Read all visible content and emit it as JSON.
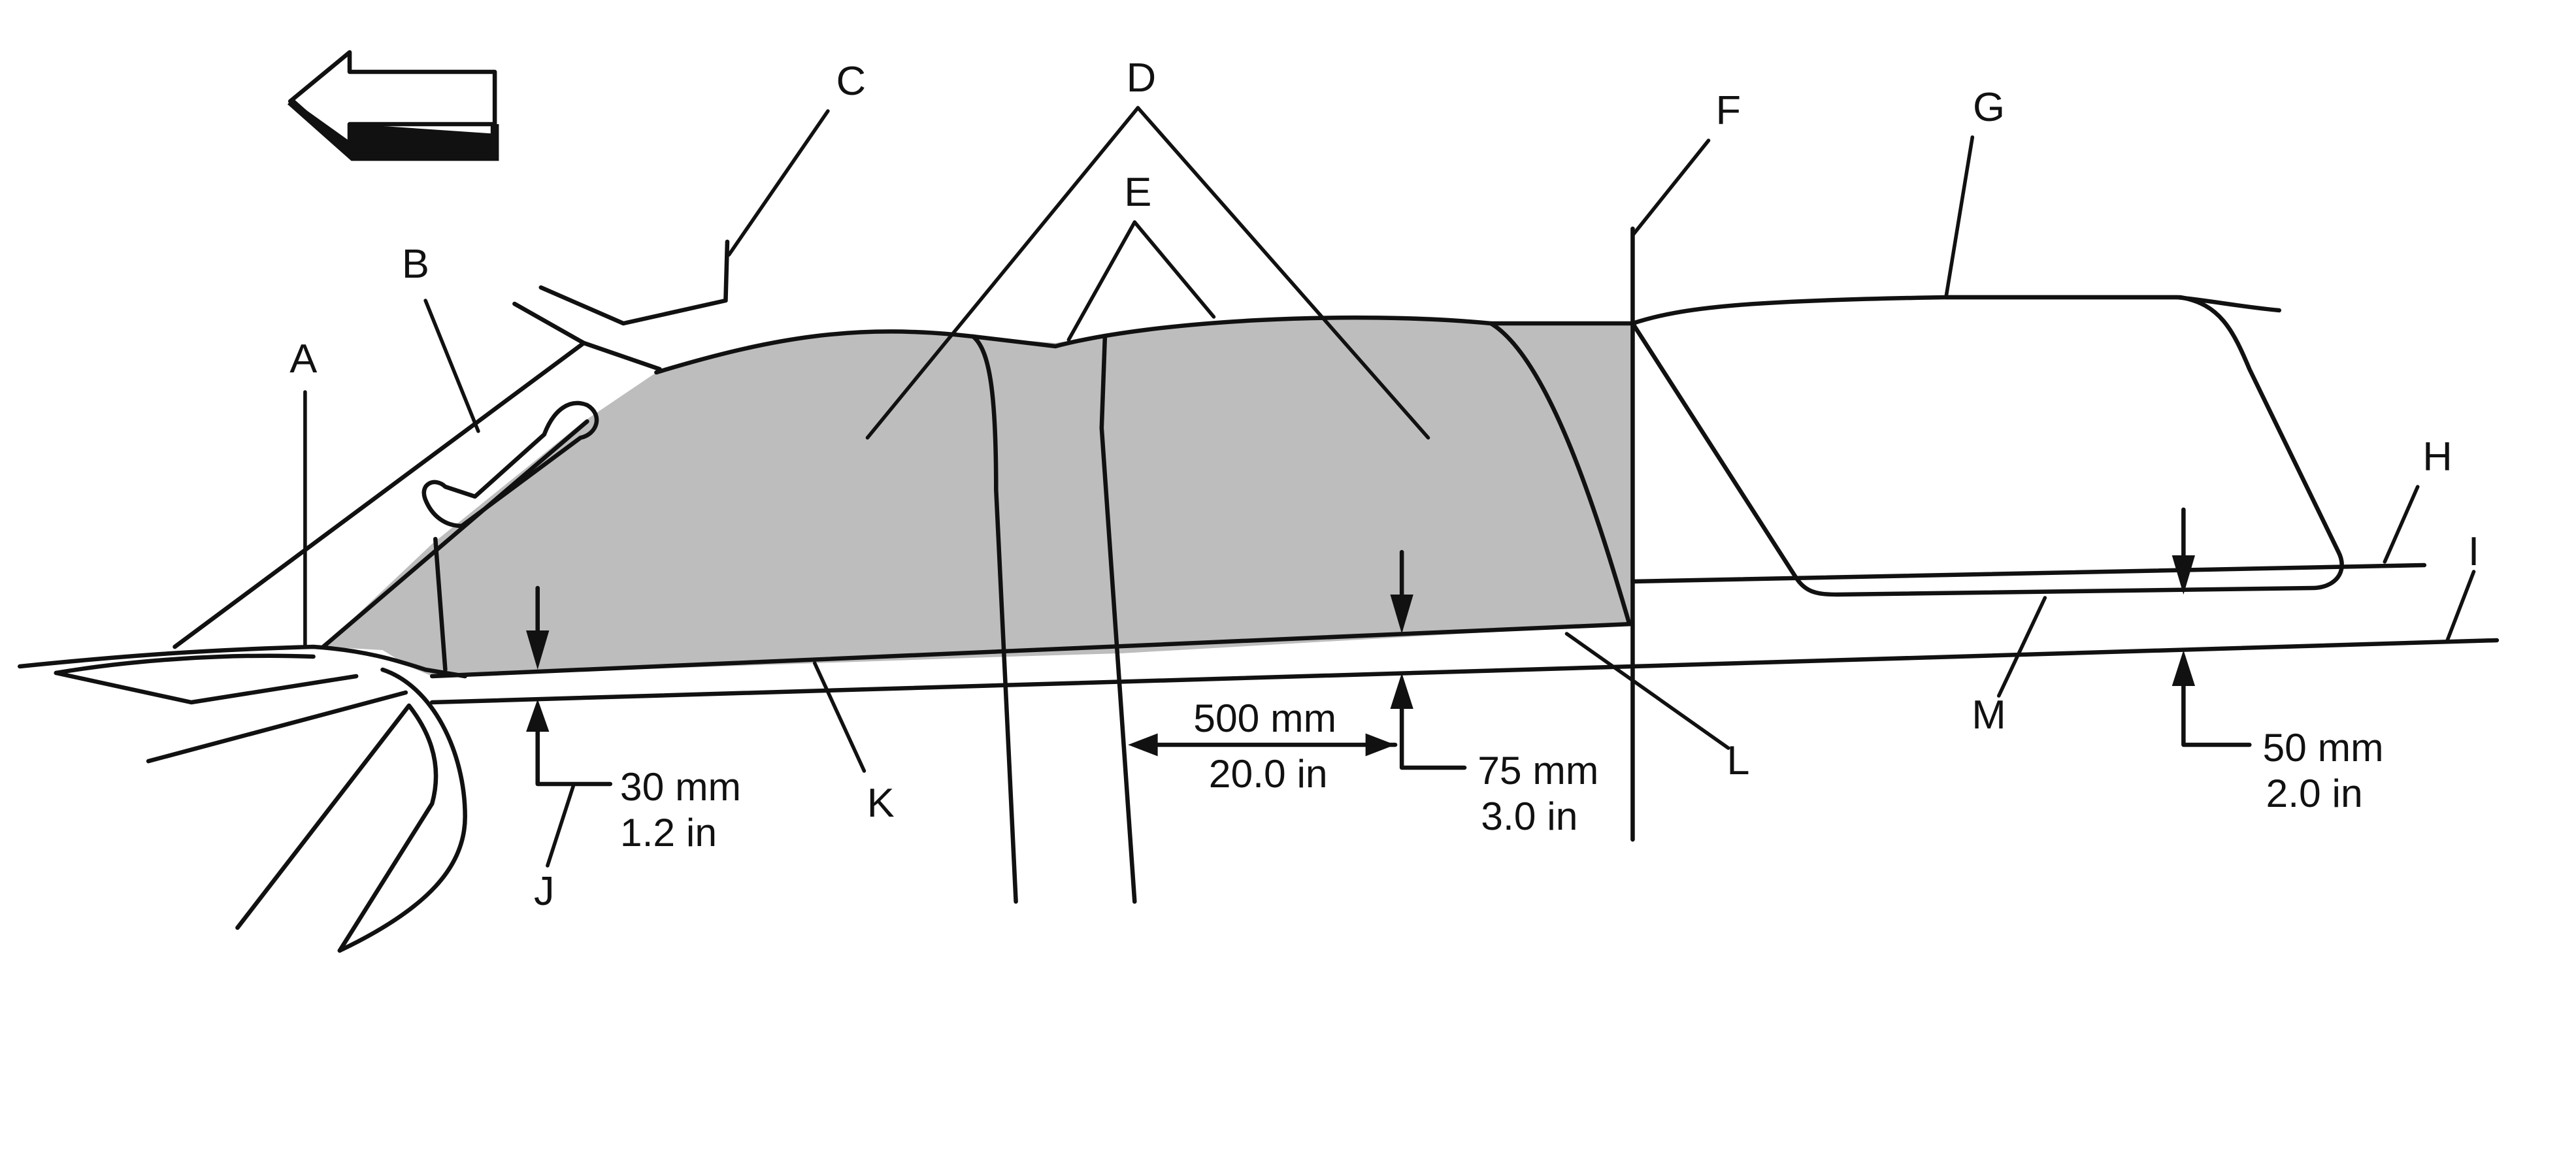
{
  "callouts": [
    "A",
    "B",
    "C",
    "D",
    "E",
    "F",
    "G",
    "H",
    "I",
    "J",
    "K",
    "L",
    "M"
  ],
  "dimensions": {
    "j_metric": "30 mm",
    "j_imperial": "1.2 in",
    "span_metric": "500 mm",
    "span_imperial": "20.0 in",
    "mid_metric": "75 mm",
    "mid_imperial": "3.0 in",
    "rear_metric": "50 mm",
    "rear_imperial": "2.0 in"
  },
  "colors": {
    "shaded_area": "#bdbdbd",
    "line": "#111111"
  },
  "icons": {
    "direction": "arrow-left-icon"
  }
}
